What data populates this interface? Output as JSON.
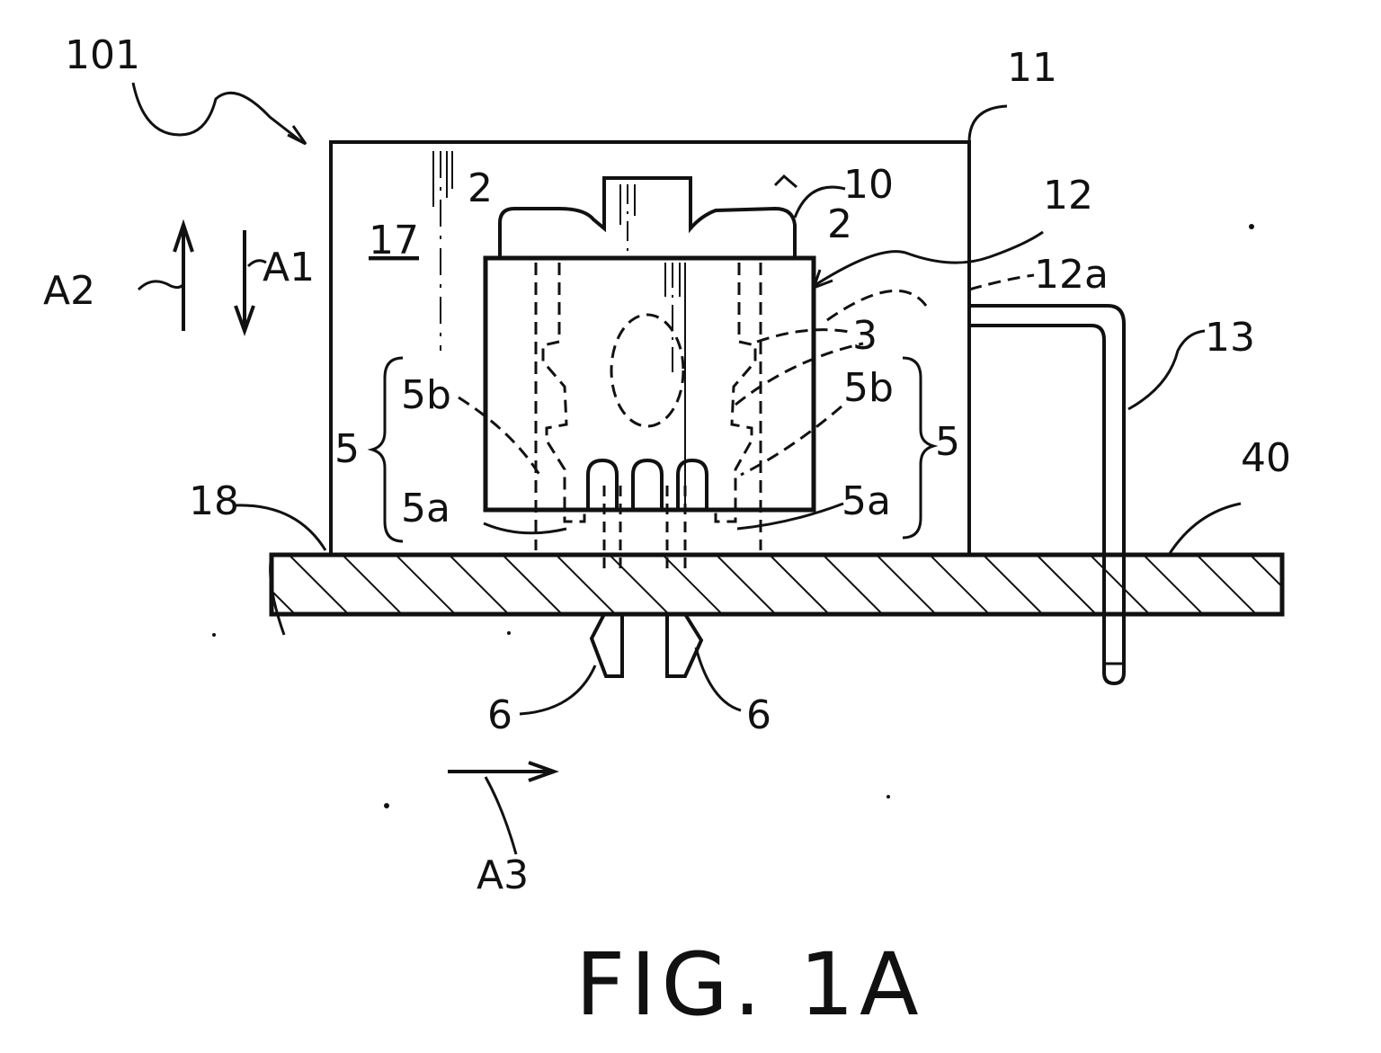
{
  "figure": {
    "caption": "FIG. 1A",
    "colors": {
      "ink": "#111111",
      "paper": "#ffffff"
    },
    "labels": {
      "l101": "101",
      "l11": "11",
      "l10": "10",
      "l12": "12",
      "l12a": "12a",
      "l2_left": "2",
      "l2_right": "2",
      "l17": "17",
      "lA1": "A1",
      "lA2": "A2",
      "lA3": "A3",
      "l3": "3",
      "l5b_left": "5b",
      "l5b_right": "5b",
      "l5_left": "5",
      "l5_right": "5",
      "l5a_left": "5a",
      "l5a_right": "5a",
      "l18": "18",
      "l13": "13",
      "l40": "40",
      "l6_left": "6",
      "l6_right": "6"
    }
  }
}
